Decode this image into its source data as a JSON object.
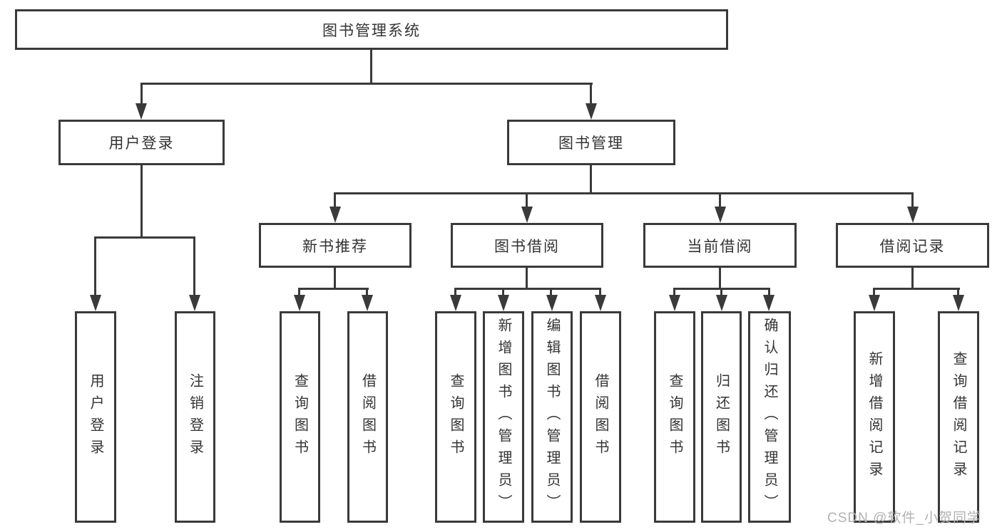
{
  "diagram": {
    "type": "feature-tree",
    "colors": {
      "line": "#3a3a3a",
      "text": "#333333",
      "background": "#ffffff",
      "watermark": "#b2b2b2"
    },
    "tree": {
      "root": "图书管理系统",
      "branches": [
        {
          "label": "用户登录",
          "leaves": [
            "用户登录",
            "注销登录"
          ]
        },
        {
          "label": "图书管理",
          "sections": [
            {
              "label": "新书推荐",
              "leaves": [
                "查询图书",
                "借阅图书"
              ]
            },
            {
              "label": "图书借阅",
              "leaves": [
                "查询图书",
                "新增图书（管理员）",
                "编辑图书（管理员）",
                "借阅图书"
              ]
            },
            {
              "label": "当前借阅",
              "leaves": [
                "查询图书",
                "归还图书",
                "确认归还（管理员）"
              ]
            },
            {
              "label": "借阅记录",
              "leaves": [
                "新增借阅记录",
                "查询借阅记录"
              ]
            }
          ]
        }
      ]
    },
    "watermark": {
      "text": "CSDN @软件_小贺同学"
    }
  }
}
